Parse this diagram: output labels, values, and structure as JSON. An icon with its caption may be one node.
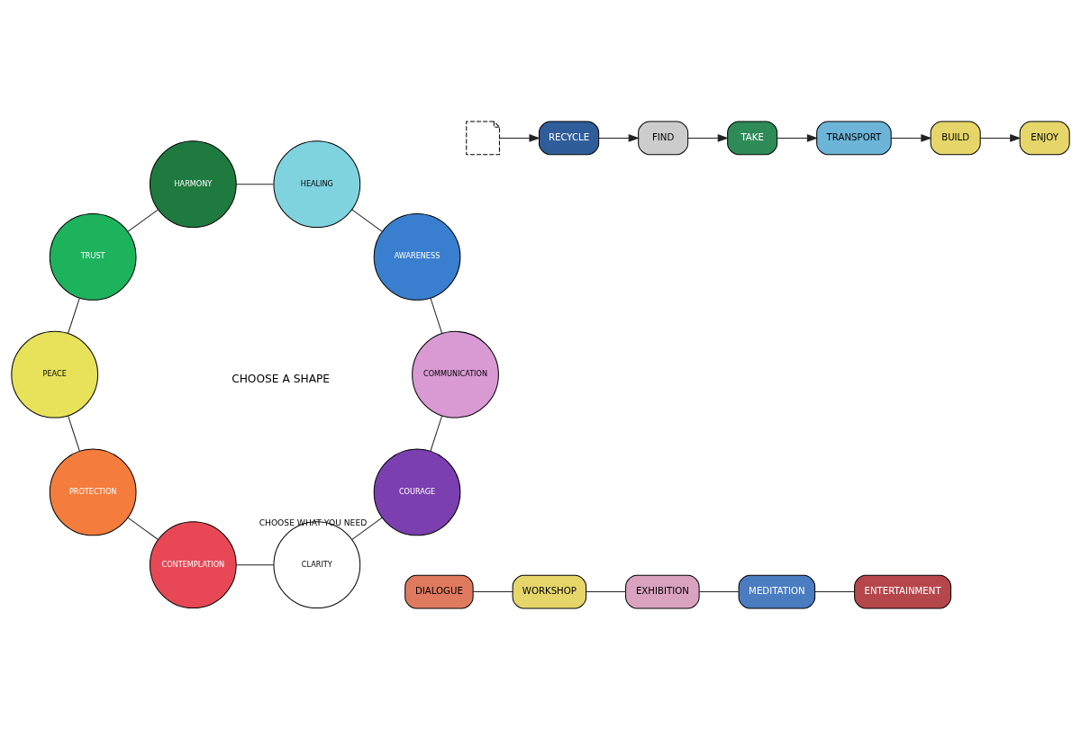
{
  "diagram": {
    "nodes": [
      {
        "text": [],
        "shape": "picture"
      },
      {
        "text": [
          "RECYCLE"
        ]
      },
      {
        "text": [
          "FIND"
        ]
      },
      {
        "text": [
          "TAKE"
        ]
      },
      {
        "text": [
          "TRANSPORT"
        ]
      },
      {
        "text": [
          "BUILD"
        ]
      },
      {
        "text": [
          "ENJOY"
        ]
      },
      {
        "text": [
          "DIALOGUE"
        ]
      },
      {
        "text": [
          "WORKSHOP"
        ]
      },
      {
        "text": [
          "EXHIBITION"
        ]
      },
      {
        "text": [
          "MEDITATION"
        ]
      },
      {
        "text": [
          "ENTERTAINMENT"
        ]
      },
      {
        "text": [
          "COURAGE"
        ]
      },
      {
        "text": [
          "CLARITY"
        ]
      },
      {
        "text": [
          "CONTEMPLATION"
        ]
      },
      {
        "text": [
          "PROTECTION"
        ]
      },
      {
        "text": [
          "PEACE"
        ]
      },
      {
        "text": [
          "TRUST"
        ]
      },
      {
        "text": [
          "HARMONY"
        ]
      },
      {
        "text": [
          "HEALING"
        ]
      },
      {
        "text": [
          "AWARENESS"
        ]
      },
      {
        "text": [
          "COMMUNICATION"
        ]
      }
    ],
    "edges": [
      {
        "from": 0,
        "to": 1,
        "arrow": "to"
      },
      {
        "from": 1,
        "to": 2,
        "arrow": "to"
      },
      {
        "from": 2,
        "to": 3,
        "arrow": "to"
      },
      {
        "from": 3,
        "to": 4,
        "arrow": "to"
      },
      {
        "from": 4,
        "to": 5,
        "arrow": "to"
      },
      {
        "from": 5,
        "to": 6,
        "arrow": "to"
      },
      {
        "from": 7,
        "to": 8,
        "arrow": "none"
      },
      {
        "from": 8,
        "to": 9,
        "arrow": "none"
      },
      {
        "from": 9,
        "to": 10,
        "arrow": "none"
      },
      {
        "from": 10,
        "to": 11,
        "arrow": "none"
      },
      {
        "from": 12,
        "to": 13,
        "arrow": "none",
        "label": "CHOOSE WHAT YOU NEED"
      },
      {
        "from": 13,
        "to": 14,
        "arrow": "none"
      },
      {
        "from": 14,
        "to": 15,
        "arrow": "none"
      },
      {
        "from": 15,
        "to": 16,
        "arrow": "none"
      },
      {
        "from": 16,
        "to": 17,
        "arrow": "none"
      },
      {
        "from": 17,
        "to": 18,
        "arrow": "none"
      },
      {
        "from": 18,
        "to": 19,
        "arrow": "none"
      },
      {
        "from": 19,
        "to": 20,
        "arrow": "none"
      },
      {
        "from": 20,
        "to": 21,
        "arrow": "none"
      },
      {
        "from": 21,
        "to": 12,
        "arrow": "none"
      }
    ],
    "labels": [
      "CHOOSE A SHAPE"
    ]
  }
}
